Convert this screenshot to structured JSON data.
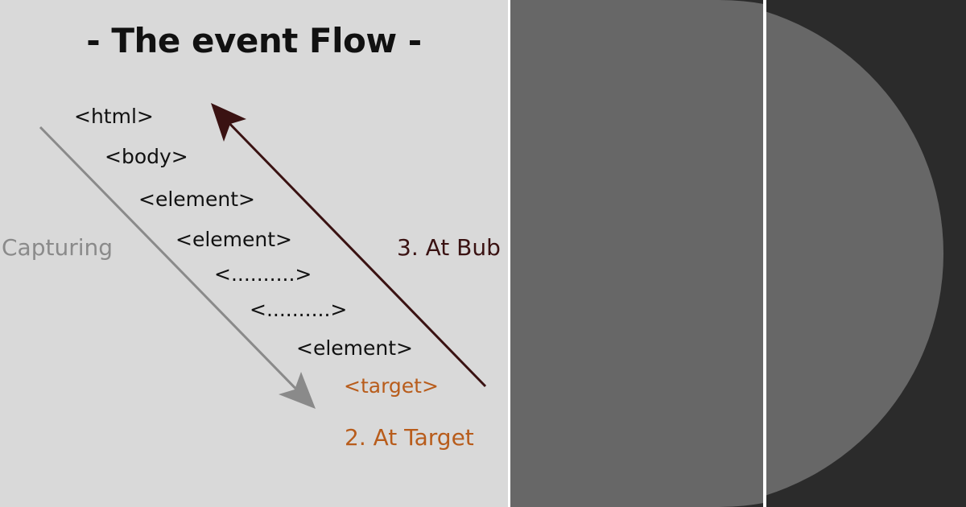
{
  "title": "- The event Flow -",
  "tags": [
    "<html>",
    "<body>",
    "<element>",
    "<element>",
    "<..........>",
    "<..........>",
    "<element>",
    "<target>"
  ],
  "labels": {
    "capturing": "Capturing",
    "at_target": "2. At Target",
    "bubbling": "3. At Bub"
  },
  "colors": {
    "background": "#d9d9d9",
    "capture_arrow": "#8a8a8a",
    "bubble_arrow": "#3a1212",
    "target": "#b85c1b",
    "dark_panel": "#2b2b2b",
    "disc": "#676767"
  }
}
